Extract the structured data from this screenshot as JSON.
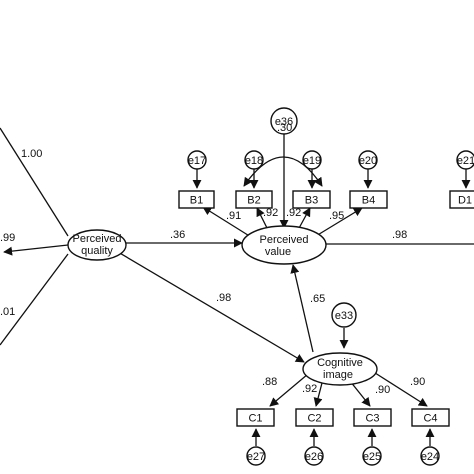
{
  "latent": {
    "perceived_quality": [
      "Perceived",
      "quality"
    ],
    "perceived_value": [
      "Perceived",
      "value"
    ],
    "cognitive_image": [
      "Cognitive",
      "image"
    ]
  },
  "observed": {
    "b1": "B1",
    "b2": "B2",
    "b3": "B3",
    "b4": "B4",
    "d1": "D1",
    "c1": "C1",
    "c2": "C2",
    "c3": "C3",
    "c4": "C4"
  },
  "errors": {
    "e36": "e36",
    "e33": "e33",
    "e17": "e17",
    "e18": "e18",
    "e19": "e19",
    "e20": "e20",
    "e21": "e21",
    "e27": "e27",
    "e26": "e26",
    "e25": "e25",
    "e24": "e24"
  },
  "coefficients": {
    "pq_top": "1.00",
    "pq_mid": ".99",
    "pq_bot": ".01",
    "pq_to_pv": ".36",
    "pq_to_ci": ".98",
    "pv_to_right": ".98",
    "ci_to_pv": ".65",
    "cov_e36": ".30",
    "b1": ".91",
    "b2": ".92",
    "b3": ".92",
    "b4": ".95",
    "c1": ".88",
    "c2": ".92",
    "c3": ".90",
    "c4": ".90"
  }
}
